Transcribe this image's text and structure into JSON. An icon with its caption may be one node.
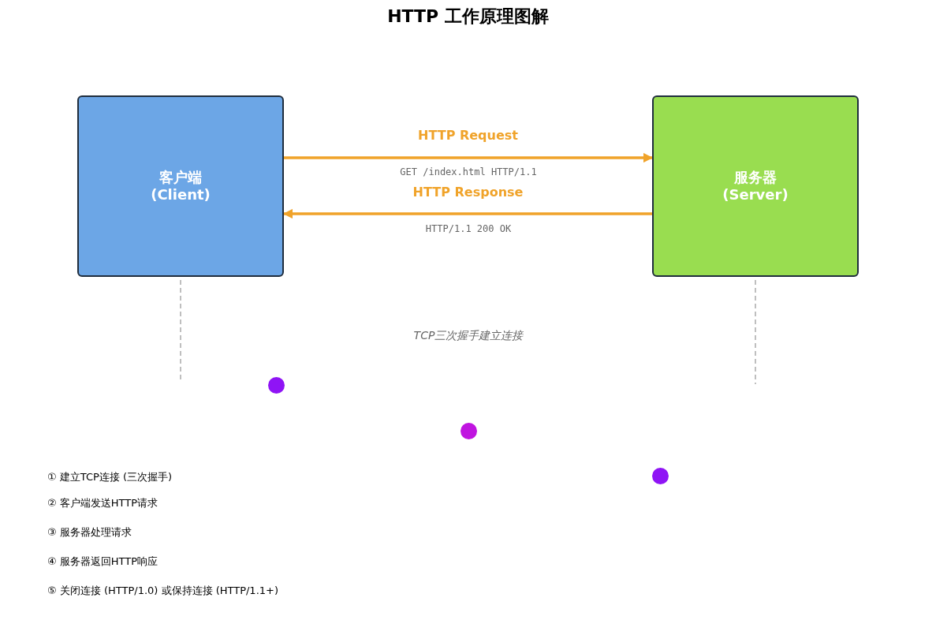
{
  "diagram": {
    "title": "HTTP 工作原理图解",
    "nodes": [
      {
        "text": [
          "客户端 (Client)"
        ]
      },
      {
        "text": [
          "服务器 (Server)"
        ]
      },
      {
        "text": [],
        "shape": "circle"
      },
      {
        "text": [],
        "shape": "circle"
      },
      {
        "text": [],
        "shape": "circle"
      }
    ],
    "edges": [
      {
        "from": 0,
        "to": 1,
        "arrow": "to",
        "label": "HTTP Request"
      },
      {
        "from": 1,
        "to": 0,
        "arrow": "to",
        "label": "HTTP Response"
      }
    ],
    "labels": [
      "GET /index.html HTTP/1.1",
      "HTTP/1.1 200 OK",
      "TCP三次握手建立连接",
      "① 建立TCP连接 (三次握手)",
      "② 客户端发送HTTP请求",
      "③ 服务器处理请求",
      "④ 服务器返回HTTP响应",
      "⑤ 关闭连接 (HTTP/1.0) 或保持连接 (HTTP/1.1+)"
    ]
  }
}
